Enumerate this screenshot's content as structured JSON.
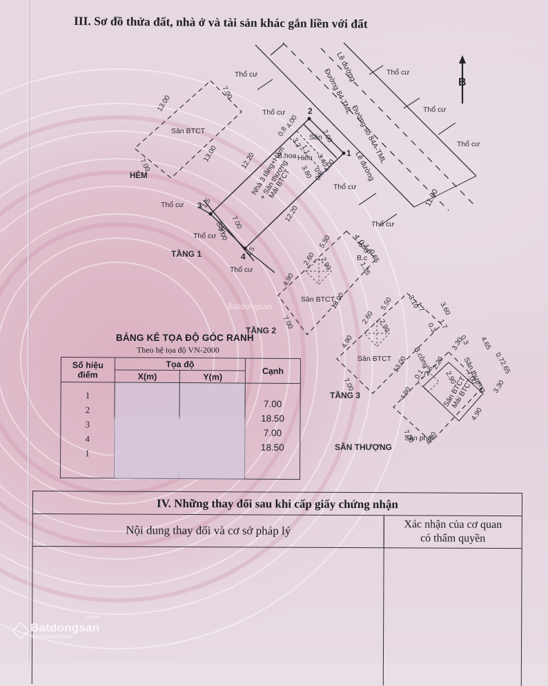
{
  "section_iii": {
    "title": "III. Sơ đồ thửa đất, nhà ở và tài sản khác gắn liền với đất"
  },
  "plot_diagram": {
    "north_arrow_label": "B",
    "labels": {
      "ham": "HẺM",
      "tang1": "TẦNG 1",
      "tang2": "TẦNG 2",
      "tang3": "TẦNG 3",
      "san_thuong_floor": "SÂN THƯỢNG",
      "road_84": "Đường 84-TML",
      "road_84a": "Đường số 84A-TML",
      "sidewalk_top": "Lề đường",
      "sidewalk_bottom": "Lề đường",
      "tho_cu": "Thổ cư",
      "san": "Sân",
      "san_btct": "Sân BTCT",
      "b_hoa": "B.hoa",
      "hien": "Hiên",
      "b_c": "B.c",
      "b_cong": "B.công",
      "san_thuong": "Sân thượng",
      "san_phoi": "Sân phơi",
      "mai_btct": "Mái BTCT",
      "building_line1": "Nhà 3 tầng+Hầm",
      "building_line2": "+ Sân thượng",
      "building_line3": "Mái BTCT"
    },
    "points": [
      "1",
      "2",
      "3",
      "4"
    ],
    "dimensions": {
      "lot_width": "7.00",
      "lot_length": "12.20",
      "setback_front": "4.00",
      "setback_small": "0.8",
      "rear_yard": "1.5",
      "road_width": "11.00",
      "porch": [
        "3.2",
        "1.1",
        "3.40",
        "3.80",
        "0.4"
      ],
      "upper_floor": [
        "13.00",
        "7.00",
        "5.50",
        "4.90",
        "2.60",
        "2.90",
        "4.15",
        "0.65",
        "1.5",
        "0.65",
        "1.35"
      ],
      "floor3_extra": [
        "3.10",
        "1.7",
        "3.60",
        "1.7",
        "0.3"
      ],
      "roof": [
        "3.30",
        "0.3",
        "4.65",
        "0.7",
        "2.65",
        "3.30",
        "2.20",
        "2.6",
        "0.1",
        "2.90",
        "7.00",
        "4.90",
        "4.80",
        "7.00",
        "4.80"
      ]
    }
  },
  "coordinate_table": {
    "title": "BẢNG KÊ TỌA ĐỘ GÓC RANH",
    "subtitle": "Theo hệ tọa độ VN-2000",
    "headers": {
      "point_id_line1": "Số hiệu",
      "point_id_line2": "điểm",
      "coords": "Tọa độ",
      "x": "X(m)",
      "y": "Y(m)",
      "edge": "Cạnh"
    },
    "point_ids": [
      "1",
      "2",
      "3",
      "4",
      "1"
    ],
    "edges": [
      "7.00",
      "18.50",
      "7.00",
      "18.50"
    ]
  },
  "section_iv": {
    "title": "IV. Những thay đổi sau khi cấp giấy chứng nhận",
    "col_content": "Nội dung thay đổi và cơ sở pháp lý",
    "col_confirm_line1": "Xác nhận của cơ quan",
    "col_confirm_line2": "có thẩm quyền"
  },
  "watermark": {
    "name": "Batdongsan",
    "byline": "by PropertyGuru",
    "domain": ".com.vn"
  },
  "colors": {
    "paper": "#e9dfe6",
    "seal_pink": "#d696aa",
    "ink": "#1d1d24",
    "redaction": "#d7c6da"
  }
}
